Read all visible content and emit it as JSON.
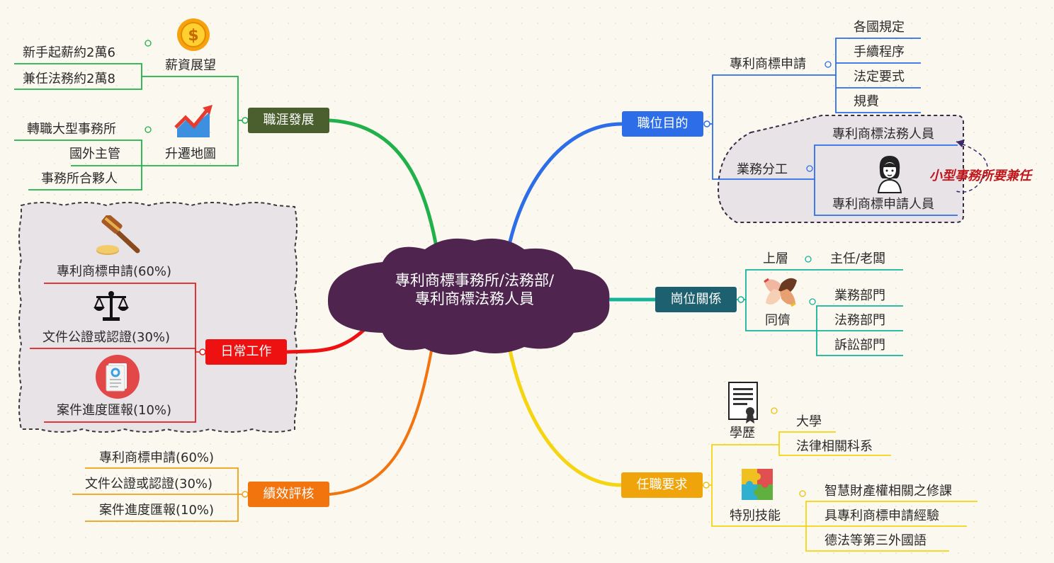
{
  "central": {
    "line1": "專利商標事務所/法務部/",
    "line2": "專利商標法務人員"
  },
  "career": {
    "label": "職涯發展",
    "salary": {
      "label": "薪資展望",
      "items": [
        "新手起薪約2萬6",
        "兼任法務約2萬8"
      ]
    },
    "promotion": {
      "label": "升遷地圖",
      "items": [
        "轉職大型事務所",
        "國外主管",
        "事務所合夥人"
      ]
    }
  },
  "daily": {
    "label": "日常工作",
    "items": [
      "專利商標申請(60%)",
      "文件公證或認證(30%)",
      "案件進度匯報(10%)"
    ]
  },
  "performance": {
    "label": "績效評核",
    "items": [
      "專利商標申請(60%)",
      "文件公證或認證(30%)",
      "案件進度匯報(10%)"
    ]
  },
  "purpose": {
    "label": "職位目的",
    "application": {
      "label": "專利商標申請",
      "items": [
        "各國規定",
        "手續程序",
        "法定要式",
        "規費"
      ]
    },
    "division": {
      "label": "業務分工",
      "items": [
        "專利商標法務人員",
        "專利商標申請人員"
      ]
    },
    "note": "小型事務所要兼任"
  },
  "relation": {
    "label": "崗位關係",
    "upper": {
      "label": "上層",
      "item": "主任/老闆"
    },
    "peer": {
      "label": "同儕",
      "items": [
        "業務部門",
        "法務部門",
        "訴訟部門"
      ]
    }
  },
  "requirement": {
    "label": "任職要求",
    "education": {
      "label": "學歷",
      "items": [
        "大學",
        "法律相關科系"
      ]
    },
    "skills": {
      "label": "特別技能",
      "items": [
        "智慧財產權相關之修課",
        "具專利商標申請經驗",
        "德法等第三外國語"
      ]
    }
  },
  "colors": {
    "center": "#4f2550",
    "career": "#4a5f2d",
    "career_line": "#20b14a",
    "daily": "#ee1111",
    "performance": "#f2740f",
    "purpose": "#2d6ee8",
    "relation": "#1d6070",
    "relation_line": "#14b39a",
    "requirement": "#f0a40b",
    "requirement_line": "#f5d412"
  }
}
